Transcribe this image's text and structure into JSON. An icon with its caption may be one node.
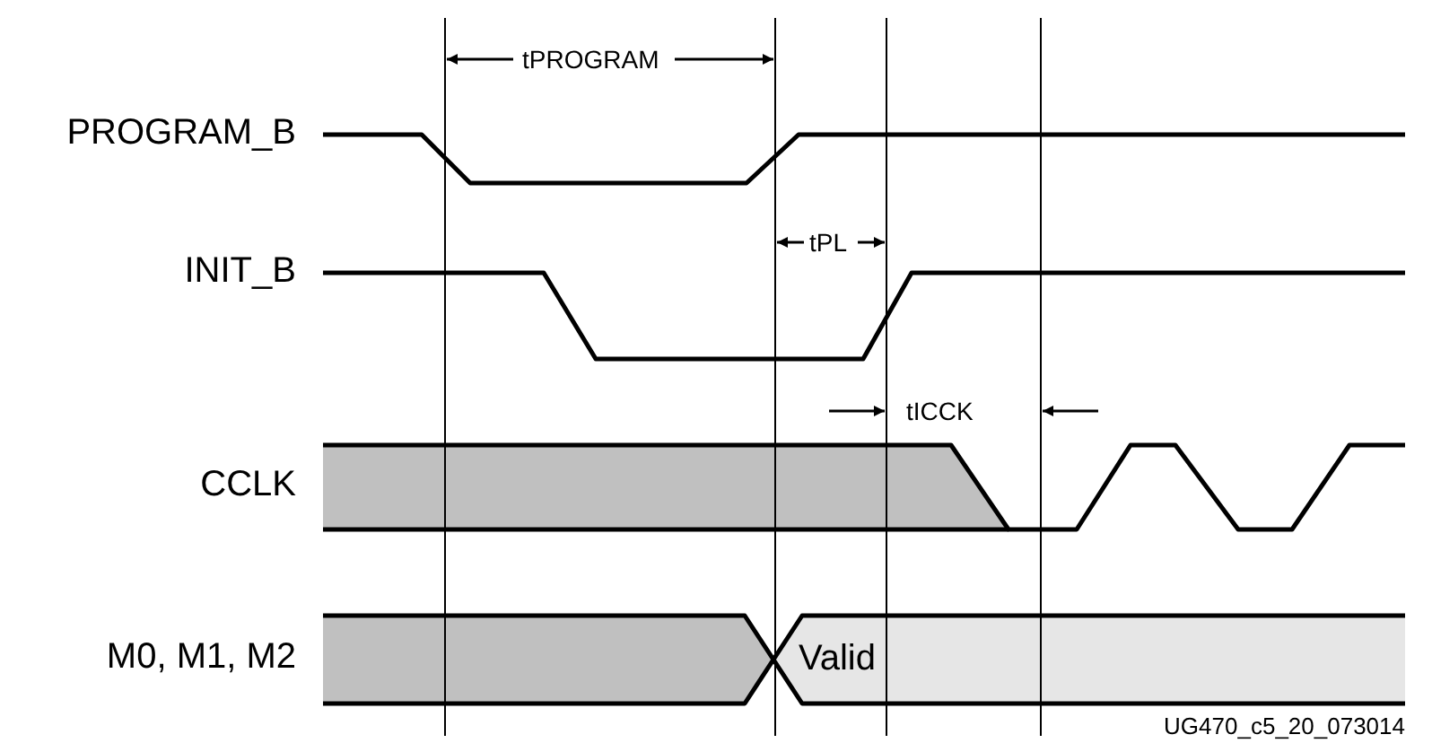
{
  "diagram": {
    "labels": [
      "tPROGRAM",
      "PROGRAM_B",
      "tPL",
      "INIT_B",
      "tICCK",
      "CCLK",
      "M0, M1, M2",
      "Valid",
      "UG470_c5_20_073014"
    ]
  }
}
